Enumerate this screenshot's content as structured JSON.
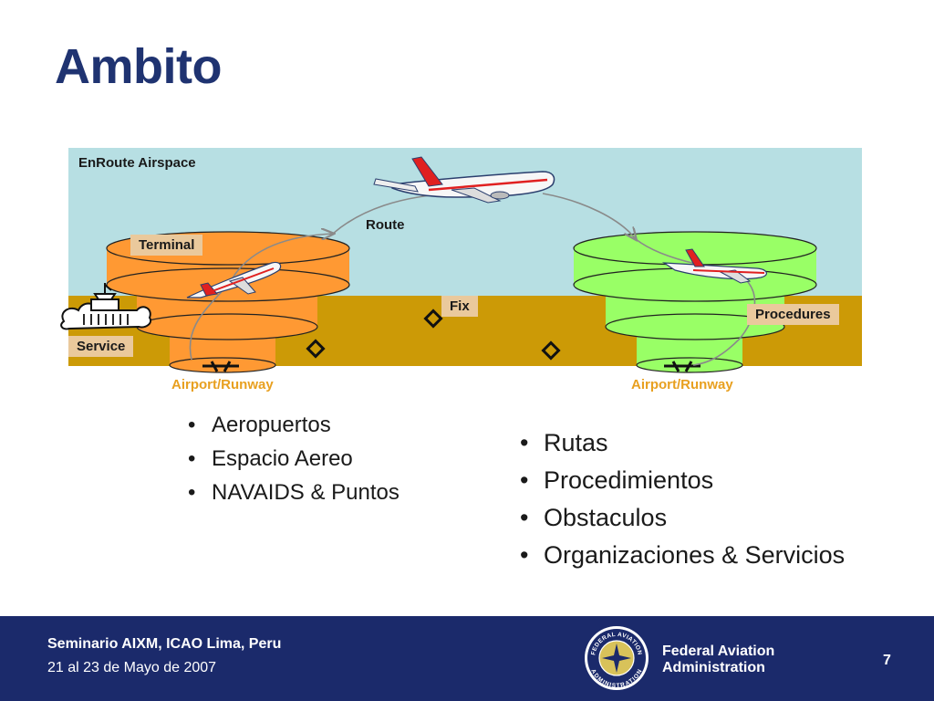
{
  "slide": {
    "title": "Ambito"
  },
  "diagram": {
    "enroute_label": "EnRoute Airspace",
    "route_label": "Route",
    "terminal_label": "Terminal",
    "fix_label": "Fix",
    "procedures_label": "Procedures",
    "service_label": "Service",
    "runway_left_label": "Airport/Runway",
    "runway_right_label": "Airport/Runway"
  },
  "bullets_left": [
    "Aeropuertos",
    "Espacio Aereo",
    "NAVAIDS & Puntos"
  ],
  "bullets_right": [
    "Rutas",
    "Procedimientos",
    "Obstaculos",
    "Organizaciones & Servicios"
  ],
  "footer": {
    "seminar": "Seminario AIXM, ICAO Lima, Peru",
    "date": "21 al 23 de Mayo de 2007",
    "agency_line1": "Federal Aviation",
    "agency_line2": "Administration",
    "page_number": "7",
    "seal_text_top": "FEDERAL AVIATION",
    "seal_text_bottom": "ADMINISTRATION"
  },
  "colors": {
    "title": "#1f3371",
    "sky": "#b7dfe3",
    "ground": "#cc9a06",
    "terminal_left": "#ff9933",
    "terminal_right": "#99ff66",
    "label_box": "#eac99c",
    "runway_label": "#e8a020",
    "footer_bg": "#1b2a6b"
  }
}
